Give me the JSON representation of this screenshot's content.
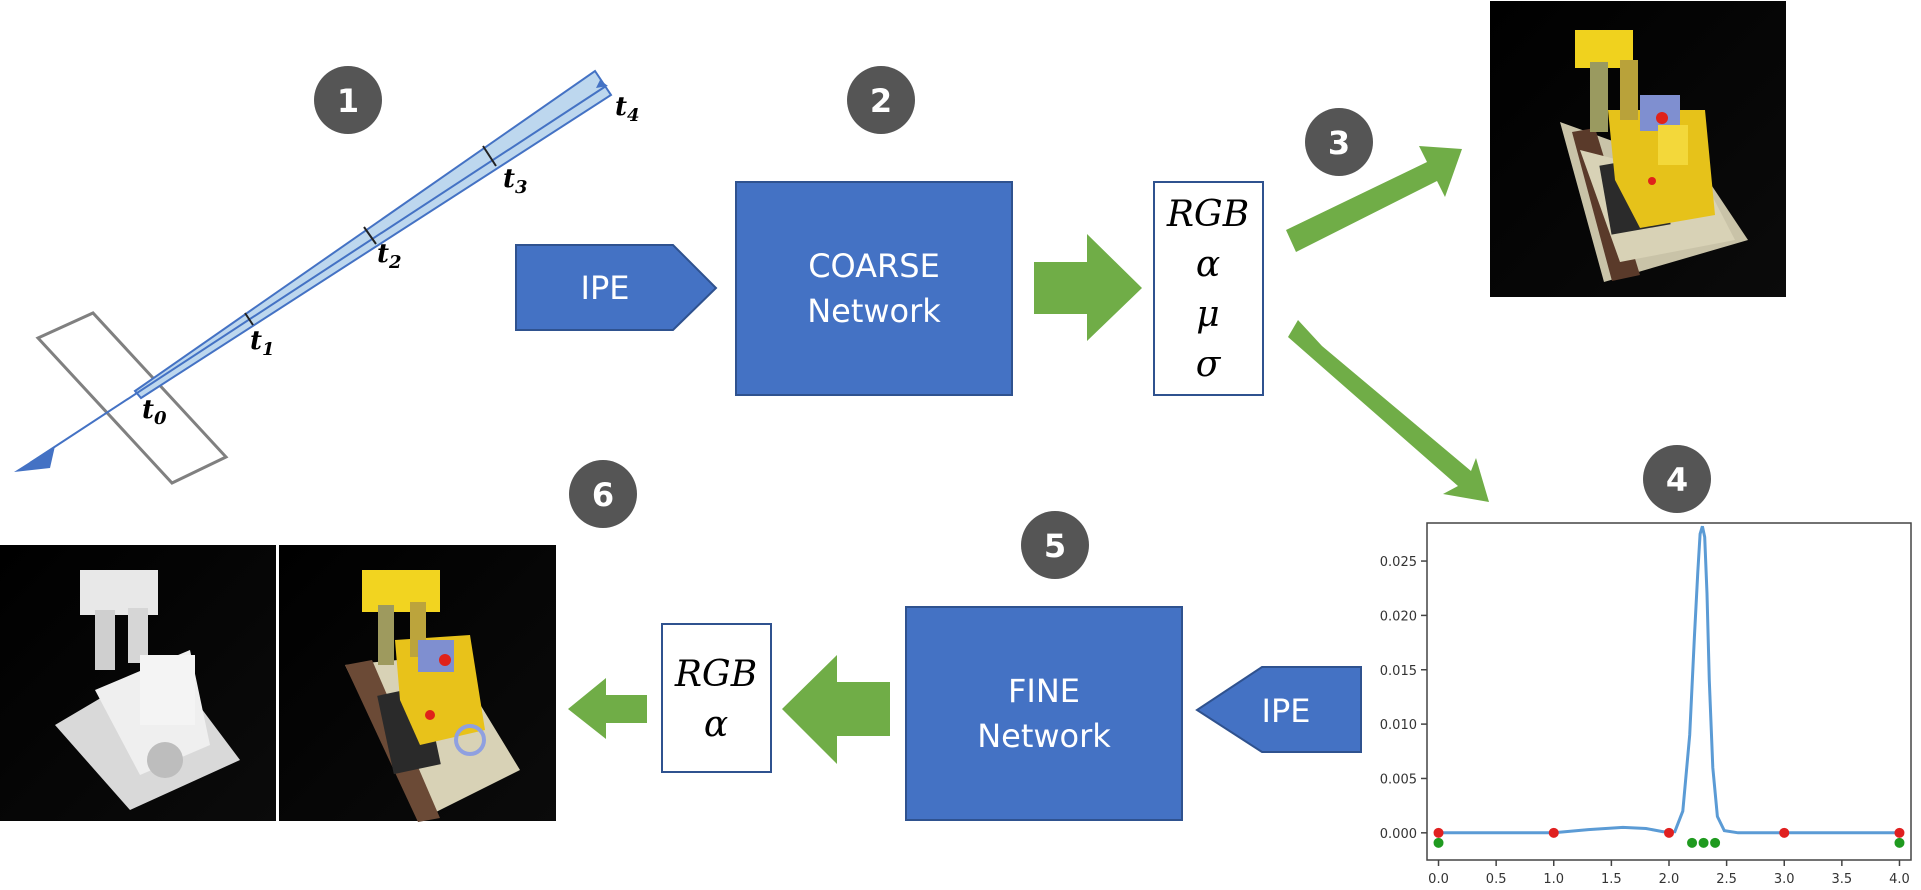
{
  "steps": [
    "1",
    "2",
    "3",
    "4",
    "5",
    "6"
  ],
  "ray": {
    "labels": [
      {
        "base": "t",
        "sub": "0"
      },
      {
        "base": "t",
        "sub": "1"
      },
      {
        "base": "t",
        "sub": "2"
      },
      {
        "base": "t",
        "sub": "3"
      },
      {
        "base": "t",
        "sub": "4"
      }
    ]
  },
  "coarse": {
    "ipe_label": "IPE",
    "network_line1": "COARSE",
    "network_line2": "Network",
    "outputs": [
      "RGB",
      "α",
      "μ",
      "σ"
    ]
  },
  "fine": {
    "ipe_label": "IPE",
    "network_line1": "FINE",
    "network_line2": "Network",
    "outputs": [
      "RGB",
      "α"
    ]
  },
  "colors": {
    "box_blue": "#4472c4",
    "box_border": "#2f528f",
    "arrow_green": "#70ad47",
    "step_circle": "#555555",
    "ray_fill": "#bdd7ee",
    "ray_line": "#4472c4",
    "plot_line": "#5b9bd5",
    "point_red": "#e02020",
    "point_green": "#1f9a1f"
  },
  "chart_data": {
    "type": "line",
    "x_ticks": [
      "0.0",
      "0.5",
      "1.0",
      "1.5",
      "2.0",
      "2.5",
      "3.0",
      "3.5",
      "4.0"
    ],
    "y_ticks": [
      "0.000",
      "0.005",
      "0.010",
      "0.015",
      "0.020",
      "0.025"
    ],
    "xlim": [
      -0.1,
      4.1
    ],
    "ylim": [
      -0.0025,
      0.0285
    ],
    "series": [
      {
        "x": [
          0.0,
          0.5,
          1.0,
          1.3,
          1.6,
          1.8,
          1.95,
          2.05,
          2.12,
          2.18,
          2.22,
          2.25,
          2.27,
          2.29,
          2.31,
          2.33,
          2.35,
          2.38,
          2.42,
          2.48,
          2.6,
          3.0,
          3.5,
          4.0
        ],
        "y": [
          0.0,
          0.0,
          0.0,
          0.0003,
          0.0005,
          0.0004,
          0.0001,
          0.0001,
          0.002,
          0.009,
          0.018,
          0.024,
          0.0275,
          0.0282,
          0.0272,
          0.022,
          0.014,
          0.006,
          0.0015,
          0.0002,
          0.0,
          0.0,
          0.0,
          0.0
        ]
      }
    ],
    "coarse_samples": [
      0.0,
      1.0,
      2.0,
      3.0,
      4.0
    ],
    "fine_samples": [
      0.0,
      2.2,
      2.3,
      2.4,
      4.0
    ]
  }
}
